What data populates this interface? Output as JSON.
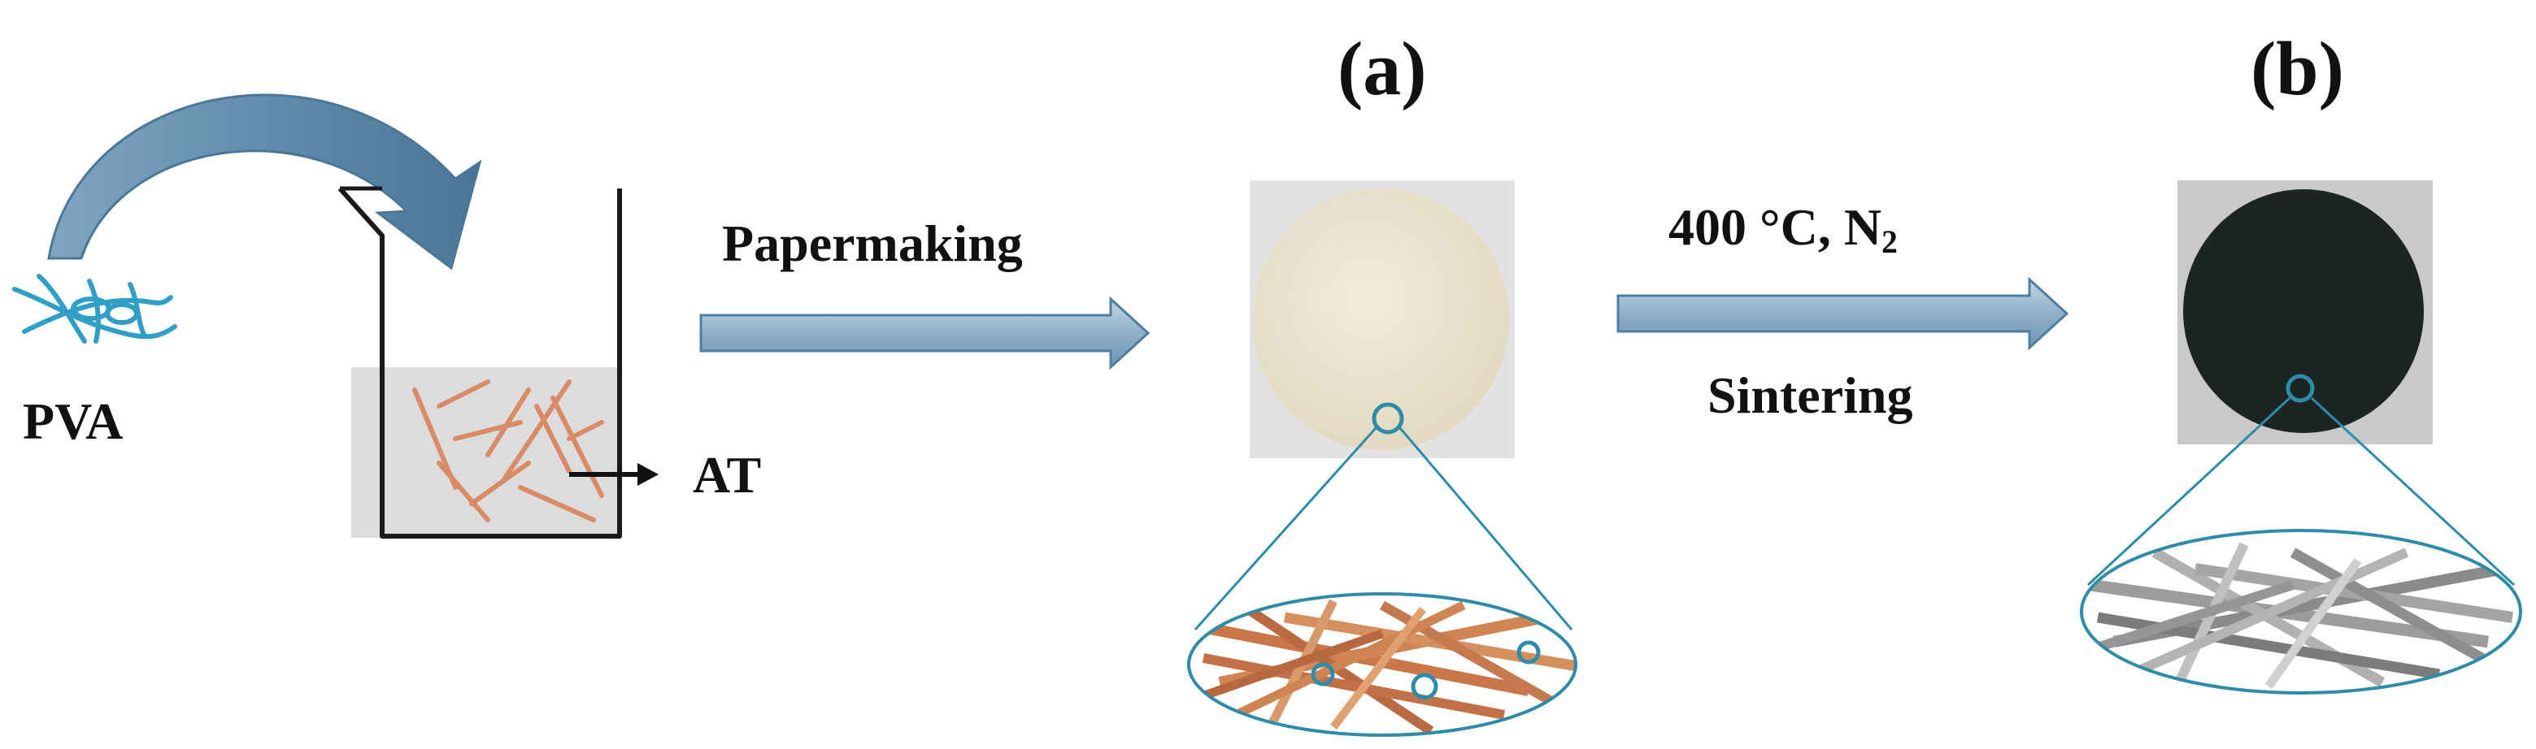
{
  "labels": {
    "panel_a": "(a)",
    "panel_b": "(b)",
    "pva": "PVA",
    "at": "AT",
    "papermaking": "Papermaking",
    "condition_main": "400 °C, N",
    "condition_sub": "2",
    "sintering": "Sintering"
  },
  "colors": {
    "arrow_fill": "#8fb0c8",
    "arrow_edge": "#4f7f9f",
    "curved_arrow": "#5d88a8",
    "pva_fiber": "#2f9fc6",
    "beaker_edge": "#1a1a1a",
    "liquid": "#dcdcdc",
    "at_fiber": "#d98b66",
    "paper_disc": "#ece5d3",
    "paper_bg": "#e2e2e2",
    "carbon_disc": "#1c2524",
    "magnifier": "#2e8ca8",
    "fiber_orange": "#c8764a",
    "fiber_grey": "#9c9c9c"
  }
}
